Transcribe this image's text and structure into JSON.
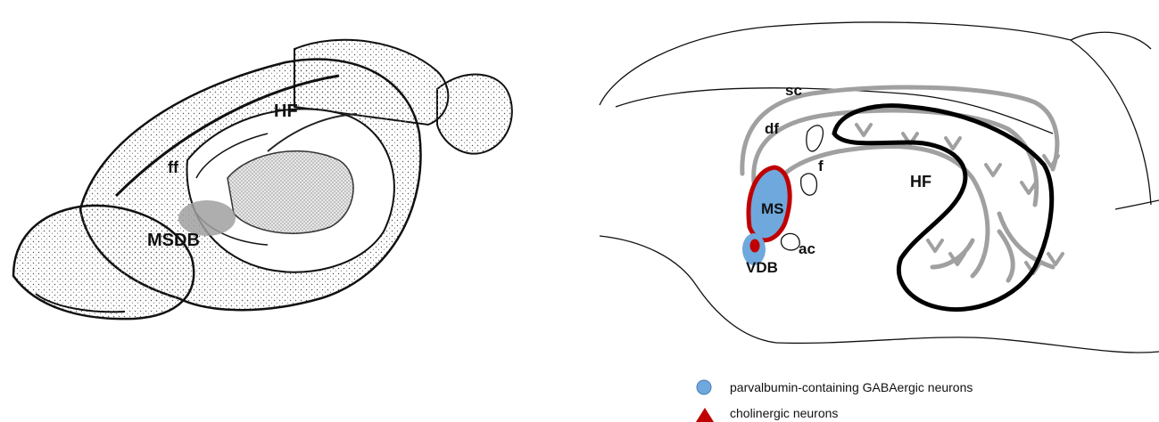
{
  "left_panel": {
    "labels": {
      "hf": "HF",
      "ff": "ff",
      "msdb": "MSDB"
    }
  },
  "right_panel": {
    "labels": {
      "sc": "sc",
      "df": "df",
      "f": "f",
      "hf": "HF",
      "ms": "MS",
      "vdb": "VDB",
      "ac": "ac"
    }
  },
  "legend": {
    "items": [
      {
        "label": "parvalbumin-containing GABAergic neurons",
        "color": "#6fa8dc",
        "icon": "blue-circle"
      },
      {
        "label": "cholinergic neurons",
        "color": "#c00000",
        "icon": "red-triangle"
      }
    ]
  },
  "colors": {
    "pathway_gray": "#a0a0a0",
    "gaba_blue": "#6fa8dc",
    "cholinergic_red": "#c00000",
    "hf_outline": "#000000"
  }
}
